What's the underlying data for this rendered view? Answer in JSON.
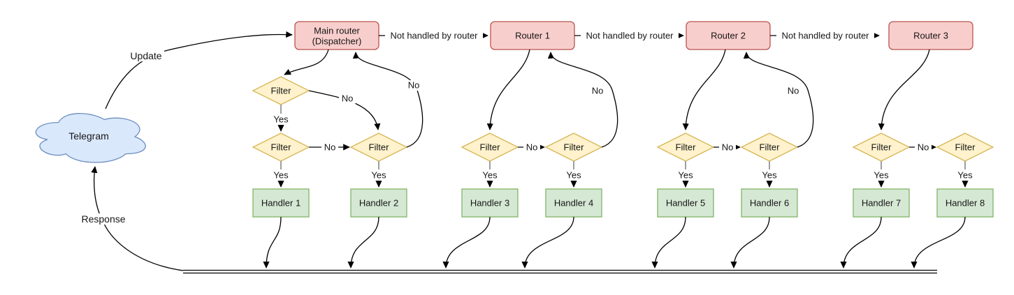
{
  "diagram": {
    "cloud_label": "Telegram",
    "update_label": "Update",
    "response_label": "Response",
    "main_router": {
      "line1": "Main router",
      "line2": "(Dispatcher)"
    },
    "routers": [
      "Router 1",
      "Router 2",
      "Router 3"
    ],
    "not_handled_label": "Not handled by router",
    "filter_label": "Filter",
    "yes_label": "Yes",
    "no_label": "No",
    "handlers": [
      "Handler 1",
      "Handler 2",
      "Handler 3",
      "Handler 4",
      "Handler 5",
      "Handler 6",
      "Handler 7",
      "Handler 8"
    ],
    "colors": {
      "router_fill": "#f8cecc",
      "router_stroke": "#b85450",
      "filter_fill": "#fff2cc",
      "filter_stroke": "#d6b656",
      "handler_fill": "#d5e8d4",
      "handler_stroke": "#82b366",
      "cloud_fill": "#dae8fc",
      "cloud_stroke": "#6c8ebf",
      "edge": "#000000"
    }
  }
}
